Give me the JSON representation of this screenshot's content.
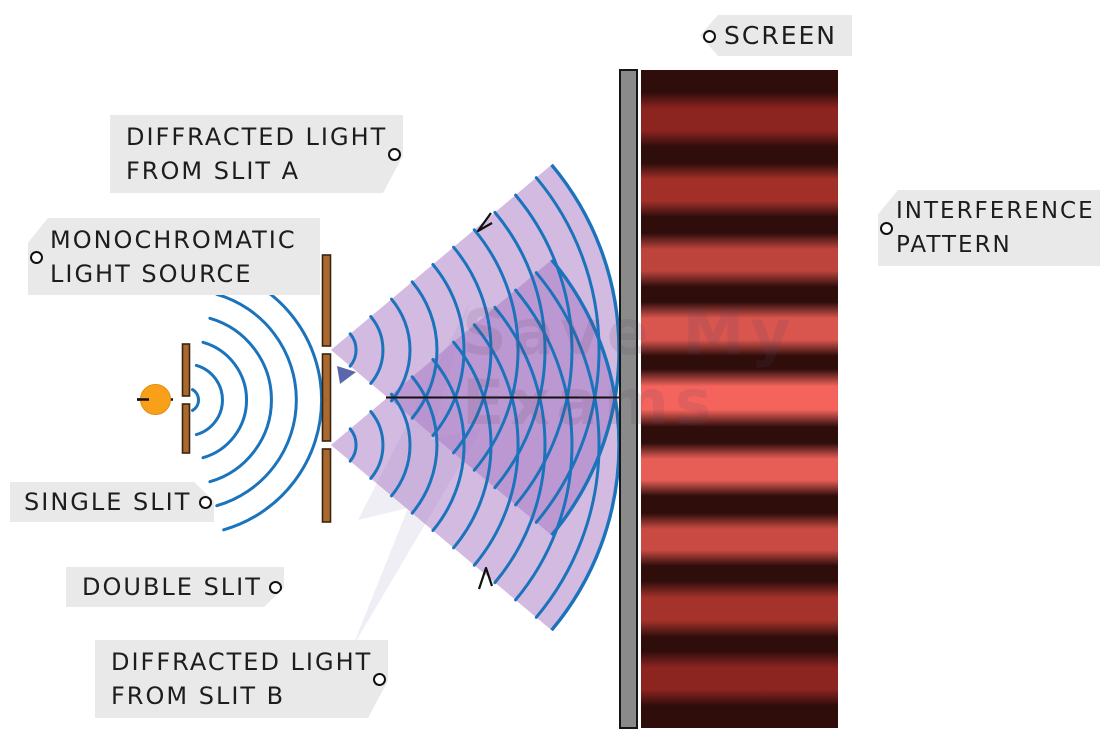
{
  "labels": {
    "screen": "SCREEN",
    "diffracted_a_line1": "DIFFRACTED LIGHT",
    "diffracted_a_line2": "FROM SLIT A",
    "mono_line1": "MONOCHROMATIC",
    "mono_line2": "LIGHT SOURCE",
    "interference_line1": "INTERFERENCE",
    "interference_line2": "PATTERN",
    "single_slit": "SINGLE SLIT",
    "double_slit": "DOUBLE SLIT",
    "diffracted_b_line1": "DIFFRACTED LIGHT",
    "diffracted_b_line2": "FROM SLIT B"
  },
  "watermark": {
    "line1": "Save My",
    "line2": "Exams"
  },
  "colors": {
    "wave_blue": "#1b73bb",
    "fan_purple": "rgba(166,118,195,0.5)",
    "barrier_brown": "#a9692f",
    "barrier_outline": "#3a2410",
    "screen_gray": "#8a8a8a",
    "source_orange": "#f9a01b",
    "dark_band": "#2e0d0b",
    "tag_bg": "#e9e9e9"
  },
  "pattern": {
    "bands": [
      {
        "h": 22,
        "bright": false
      },
      {
        "h": 55,
        "bright": true,
        "color": "#8c2420"
      },
      {
        "h": 16,
        "bright": false
      },
      {
        "h": 54,
        "bright": true,
        "color": "#a23029"
      },
      {
        "h": 16,
        "bright": false
      },
      {
        "h": 54,
        "bright": true,
        "color": "#bc443c"
      },
      {
        "h": 15,
        "bright": false
      },
      {
        "h": 54,
        "bright": true,
        "color": "#d8564e"
      },
      {
        "h": 13,
        "bright": false
      },
      {
        "h": 58,
        "bright": true,
        "color": "#f4645c"
      },
      {
        "h": 16,
        "bright": false
      },
      {
        "h": 53,
        "bright": true,
        "color": "#e75e57"
      },
      {
        "h": 17,
        "bright": false
      },
      {
        "h": 53,
        "bright": true,
        "color": "#c84a42"
      },
      {
        "h": 15,
        "bright": false
      },
      {
        "h": 56,
        "bright": true,
        "color": "#a5332b"
      },
      {
        "h": 14,
        "bright": false
      },
      {
        "h": 55,
        "bright": true,
        "color": "#8c2420"
      },
      {
        "h": 22,
        "bright": false
      }
    ]
  }
}
